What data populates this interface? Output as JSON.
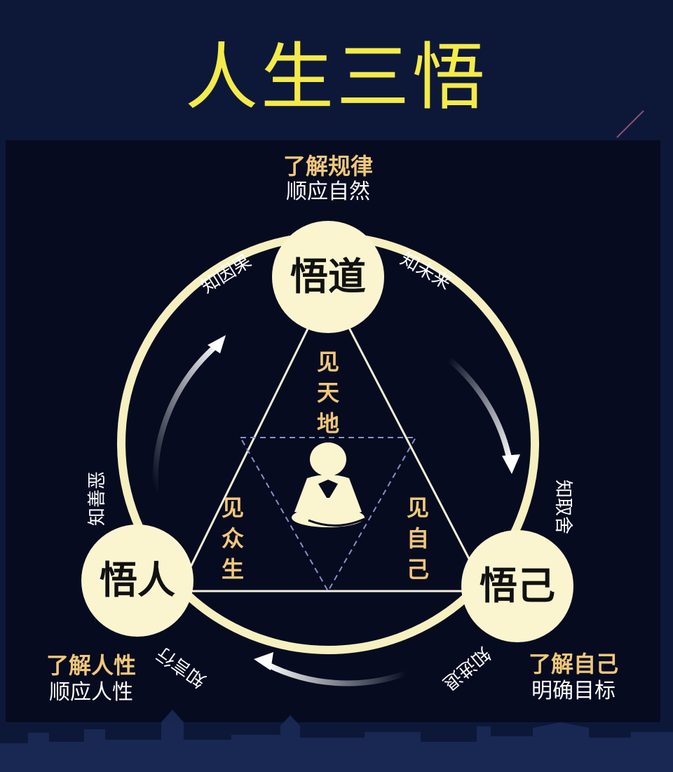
{
  "title": "人生三悟",
  "nodes": {
    "top": "悟道",
    "left": "悟人",
    "right": "悟己"
  },
  "captions": {
    "top": {
      "heading": "了解规律",
      "sub": "顺应自然"
    },
    "left": {
      "heading": "了解人性",
      "sub": "顺应人性"
    },
    "right": {
      "heading": "了解自己",
      "sub": "明确目标"
    }
  },
  "arc_labels": {
    "know_cause": "知因果",
    "know_future": "知未来",
    "know_good_evil": "知善恶",
    "know_choice": "知取舍",
    "know_words_deeds": "知言行",
    "know_advance_retreat": "知进退"
  },
  "inner_labels": {
    "heaven_earth": "见天地",
    "all_beings": "见众生",
    "self": "见自己"
  },
  "colors": {
    "background": "#0d1838",
    "ring": "#f6f0c0",
    "node_fill": "#faf5cf",
    "title": "#f4ea4a",
    "accent_text": "#f1c77a"
  }
}
